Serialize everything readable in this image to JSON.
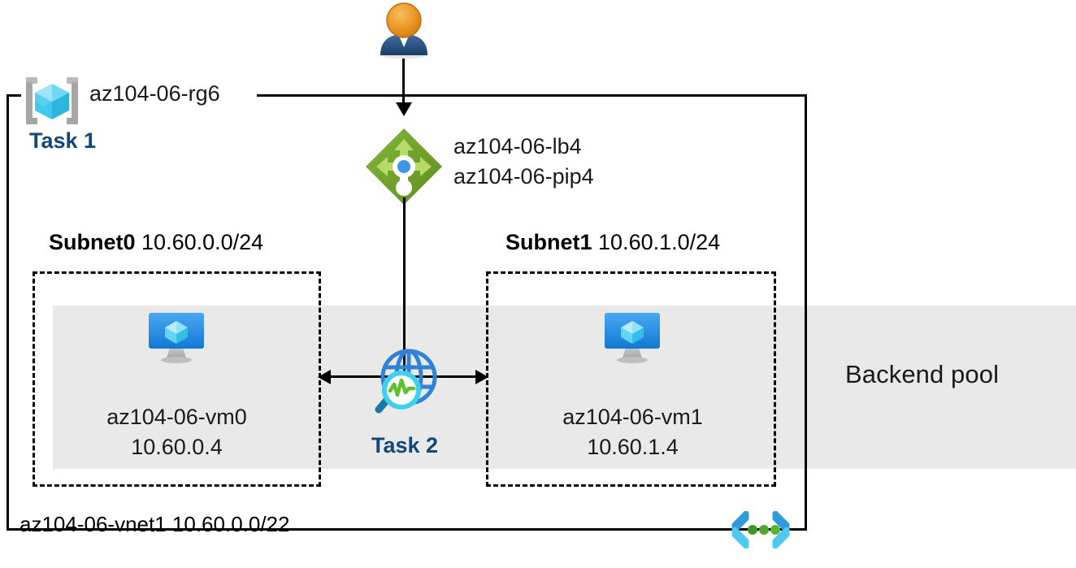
{
  "diagram": {
    "title": "Azure load balancer lab topology",
    "resource_group": {
      "name": "az104-06-rg6",
      "icon": "resource-group-icon",
      "task_label": "Task 1"
    },
    "client": {
      "icon": "user-icon"
    },
    "load_balancer": {
      "icon": "load-balancer-icon",
      "lb_name": "az104-06-lb4",
      "pip_name": "az104-06-pip4"
    },
    "subnets": [
      {
        "name": "Subnet0",
        "cidr": "10.60.0.0/24",
        "vm": {
          "icon": "virtual-machine-icon",
          "name": "az104-06-vm0",
          "ip": "10.60.0.4"
        }
      },
      {
        "name": "Subnet1",
        "cidr": "10.60.1.0/24",
        "vm": {
          "icon": "virtual-machine-icon",
          "name": "az104-06-vm1",
          "ip": "10.60.1.4"
        }
      }
    ],
    "network_watcher": {
      "icon": "network-watcher-icon",
      "task_label": "Task 2"
    },
    "backend_pool": {
      "label": "Backend pool"
    },
    "vnet": {
      "icon": "virtual-network-icon",
      "label": "az104-06-vnet1 10.60.0.0/22"
    },
    "colors": {
      "task_blue": "#13477a",
      "band_gray": "#e9e9e9",
      "border_black": "#000000",
      "lb_green": "#76a72d",
      "vm_blue": "#2f9bf0",
      "vnet_cyan": "#22a3e0",
      "watcher_green": "#5fc12e"
    }
  }
}
